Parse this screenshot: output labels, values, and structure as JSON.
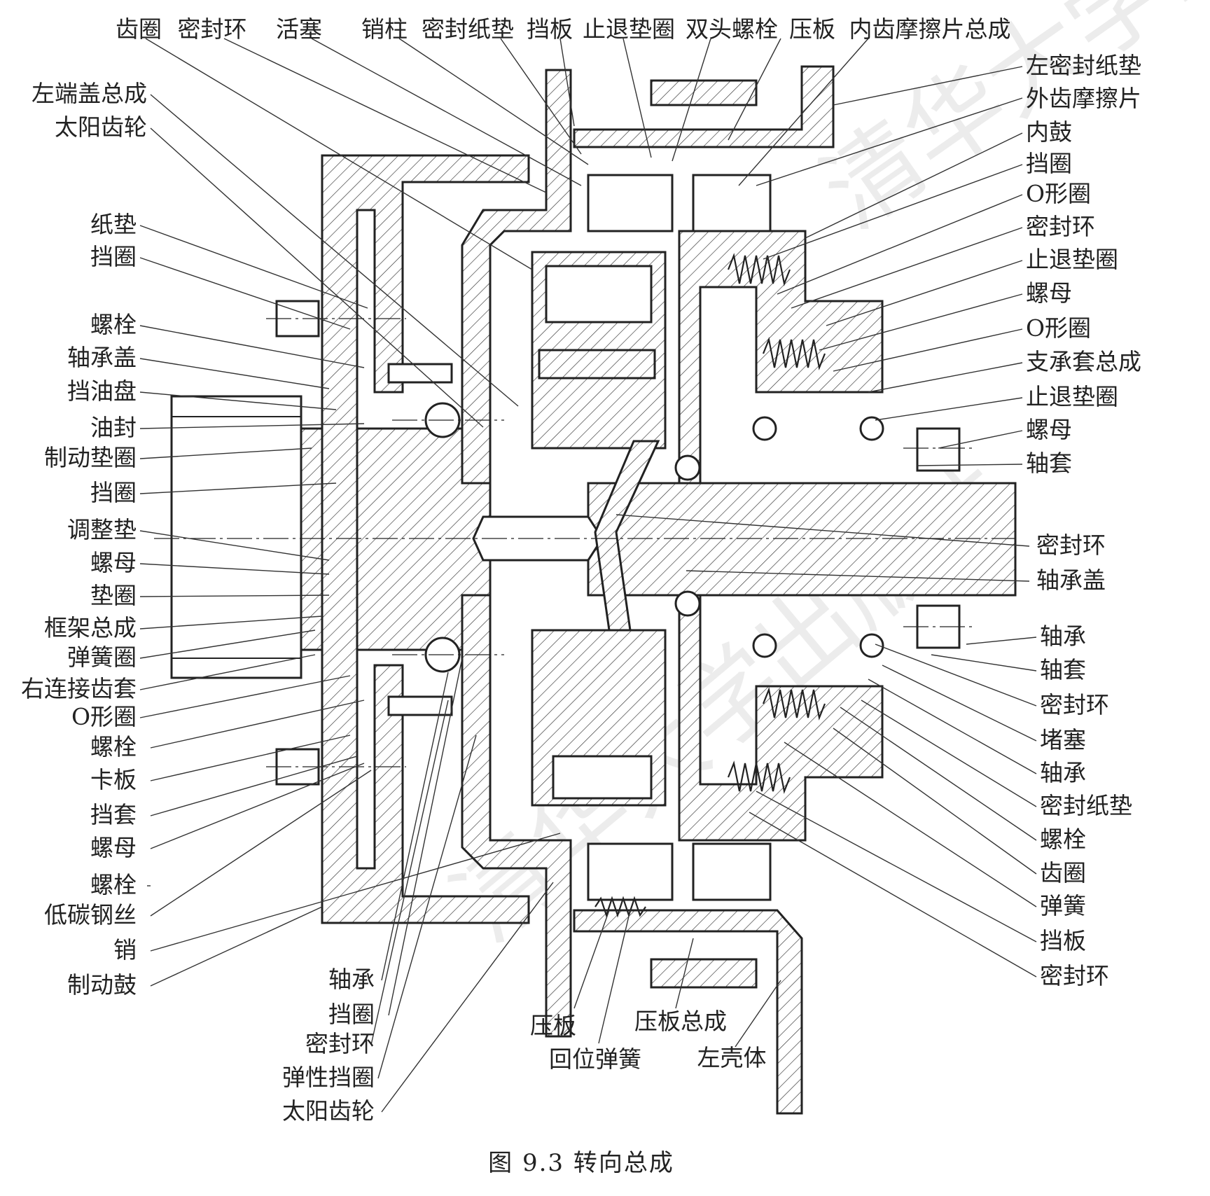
{
  "caption": "图 9.3   转向总成",
  "watermark": "清华大学出版社",
  "labels": {
    "top": [
      "齿圈",
      "密封环",
      "活塞",
      "销柱",
      "密封纸垫",
      "挡板",
      "止退垫圈",
      "双头螺栓",
      "压板",
      "内齿摩擦片总成"
    ],
    "left": [
      "左端盖总成",
      "太阳齿轮",
      "纸垫",
      "挡圈",
      "螺栓",
      "轴承盖",
      "挡油盘",
      "油封",
      "制动垫圈",
      "挡圈",
      "调整垫",
      "螺母",
      "垫圈",
      "框架总成",
      "弹簧圈",
      "右连接齿套",
      "O形圈",
      "螺栓",
      "卡板",
      "挡套",
      "螺母",
      "螺栓",
      "低碳钢丝",
      "销",
      "制动鼓"
    ],
    "right": [
      "左密封纸垫",
      "外齿摩擦片",
      "内鼓",
      "挡圈",
      "O形圈",
      "密封环",
      "止退垫圈",
      "螺母",
      "O形圈",
      "支承套总成",
      "止退垫圈",
      "螺母",
      "轴套",
      "密封环",
      "轴承盖",
      "轴承",
      "轴套",
      "密封环",
      "堵塞",
      "轴承",
      "密封纸垫",
      "螺栓",
      "齿圈",
      "弹簧",
      "挡板",
      "密封环"
    ],
    "bottom": [
      "轴承",
      "挡圈",
      "密封环",
      "弹性挡圈",
      "太阳齿轮",
      "压板",
      "回位弹簧",
      "压板总成",
      "左壳体"
    ]
  }
}
